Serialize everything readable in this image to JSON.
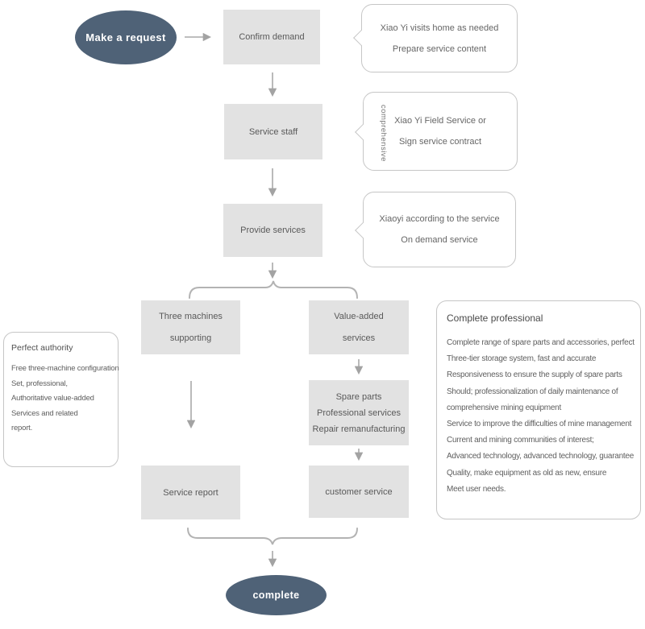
{
  "colors": {
    "node_fill": "#e2e2e2",
    "terminal_fill": "#4f6277",
    "connector": "#a9a9a9",
    "callout_border": "#c6c6c6"
  },
  "nodes": {
    "start": {
      "label": "Make a request"
    },
    "confirm_demand": {
      "label": "Confirm demand"
    },
    "service_staff": {
      "label": "Service staff"
    },
    "provide_services": {
      "label": "Provide services"
    },
    "three_machines": {
      "lines": [
        "Three machines",
        "supporting"
      ]
    },
    "value_added": {
      "lines": [
        "Value-added",
        "services"
      ]
    },
    "spare_parts": {
      "lines": [
        "Spare parts",
        "Professional services",
        "Repair remanufacturing"
      ]
    },
    "service_report": {
      "label": "Service report"
    },
    "customer_service": {
      "label": "customer service"
    },
    "complete": {
      "label": "complete"
    }
  },
  "bubbles": [
    {
      "vertical_label": "",
      "lines": [
        "Xiao Yi visits home as needed",
        "Prepare service content"
      ]
    },
    {
      "vertical_label": "comprehensive",
      "lines": [
        "Xiao Yi Field Service or",
        "Sign service contract"
      ]
    },
    {
      "vertical_label": "",
      "lines": [
        "Xiaoyi according to the service",
        "On demand service"
      ]
    }
  ],
  "panels": {
    "left": {
      "title": "Perfect authority",
      "lines": [
        "Free three-machine configuration",
        "Set, professional,",
        "Authoritative value-added",
        "Services and related",
        "report."
      ]
    },
    "right": {
      "title": "Complete professional",
      "lines": [
        "Complete range of spare parts and accessories, perfect",
        "Three-tier storage system, fast and accurate",
        "Responsiveness to ensure the supply of spare parts",
        "Should; professionalization of daily maintenance of",
        "comprehensive mining equipment",
        "Service to improve the difficulties of mine management",
        "Current and mining communities of interest;",
        "Advanced technology, advanced technology, guarantee",
        "Quality, make equipment as old as new, ensure",
        "Meet user needs."
      ]
    }
  }
}
